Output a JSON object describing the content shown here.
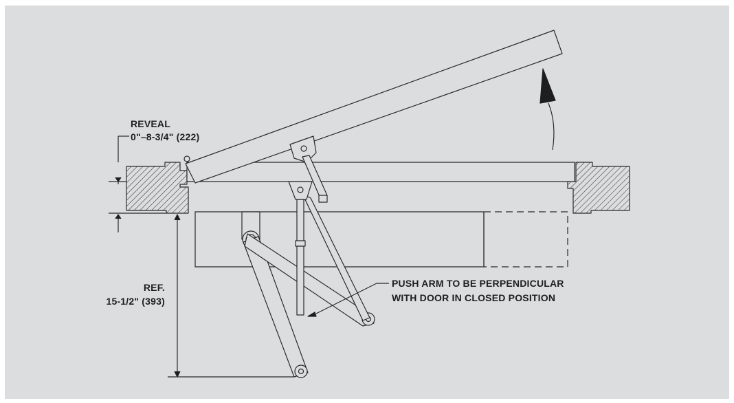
{
  "colors": {
    "panel": "#dcdddf",
    "page": "#ffffff",
    "line": "#2a2a2a",
    "text": "#1e1e1e"
  },
  "labels": {
    "reveal_title": "REVEAL",
    "reveal_value": "0\"–8-3/4\" (222)",
    "ref_title": "REF.",
    "ref_value": "15-1/2\" (393)",
    "note_line1": "PUSH ARM TO BE PERPENDICULAR",
    "note_line2": "WITH DOOR IN CLOSED POSITION"
  }
}
